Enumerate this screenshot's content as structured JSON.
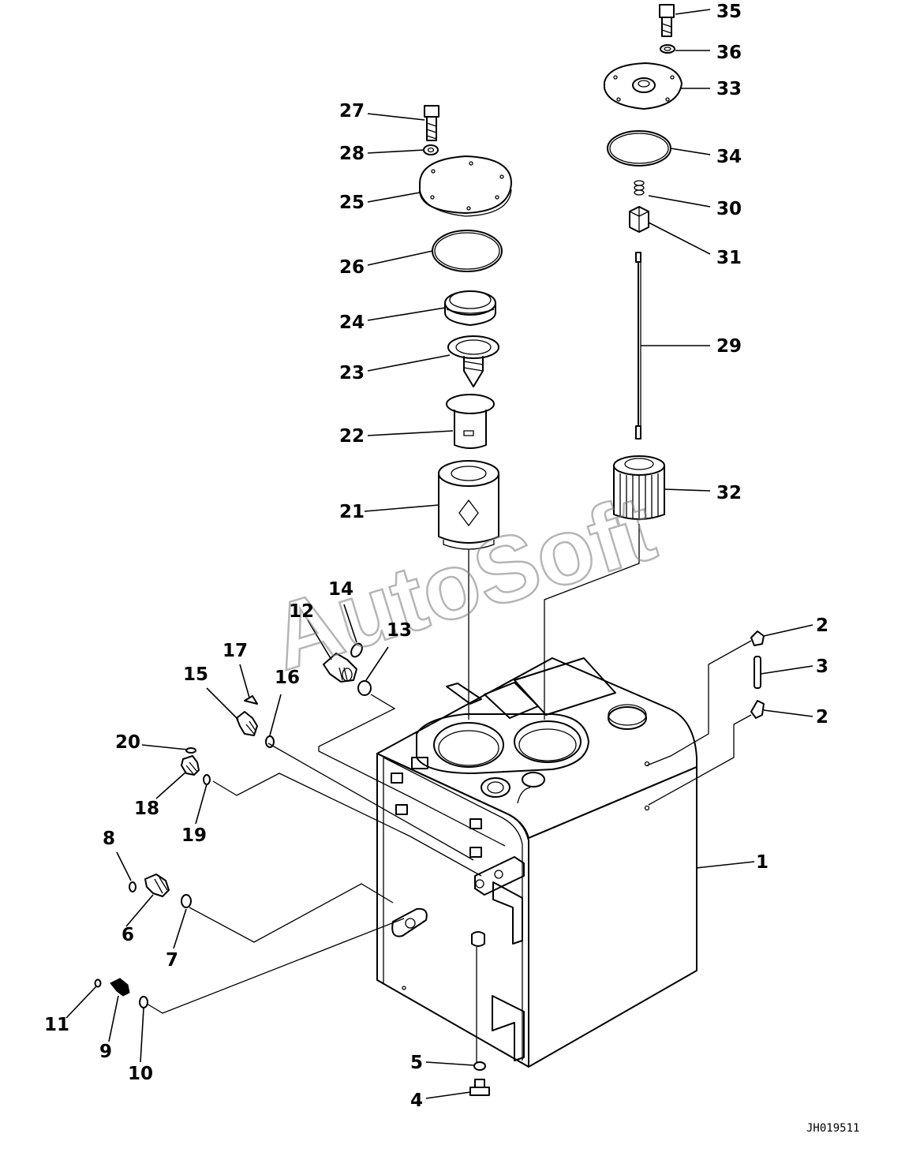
{
  "watermark": "AutoSoft",
  "drawing_code": "JH019511",
  "callouts": {
    "n1": "1",
    "n2a": "2",
    "n2b": "2",
    "n3": "3",
    "n4": "4",
    "n5": "5",
    "n6": "6",
    "n7": "7",
    "n8": "8",
    "n9": "9",
    "n10": "10",
    "n11": "11",
    "n12": "12",
    "n13": "13",
    "n14": "14",
    "n15": "15",
    "n16": "16",
    "n17": "17",
    "n18": "18",
    "n19": "19",
    "n20": "20",
    "n21": "21",
    "n22": "22",
    "n23": "23",
    "n24": "24",
    "n25": "25",
    "n26": "26",
    "n27": "27",
    "n28": "28",
    "n29": "29",
    "n30": "30",
    "n31": "31",
    "n32": "32",
    "n33": "33",
    "n34": "34",
    "n35": "35",
    "n36": "36"
  }
}
